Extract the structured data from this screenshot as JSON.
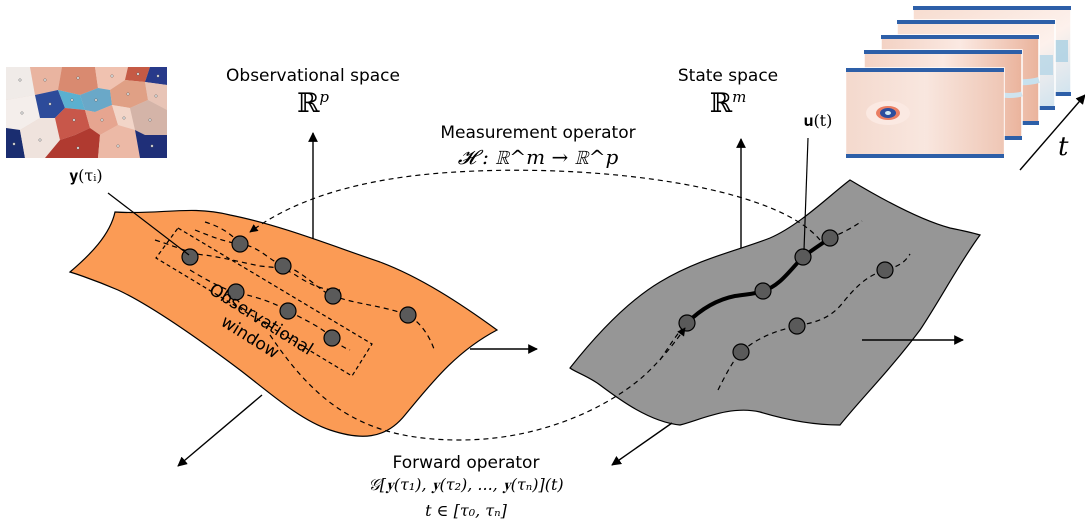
{
  "observational_space": {
    "title": "Observational space",
    "symbol": "ℝ",
    "exponent": "p"
  },
  "state_space": {
    "title": "State space",
    "symbol": "ℝ",
    "exponent": "m"
  },
  "measurement_operator": {
    "title": "Measurement operator",
    "formula": "𝓗 : ℝ^m → ℝ^p"
  },
  "forward_operator": {
    "title": "Forward operator",
    "formula": "𝒢[𝐲(τ₁), 𝐲(τ₂), ..., 𝐲(τₙ)](t)",
    "domain": "t ∈ [τ₀, τₙ]"
  },
  "labels": {
    "y_tau_i": "𝐲(τᵢ)",
    "u_t": "𝐮(t)",
    "t_axis": "t",
    "observational_window": "Observational window"
  },
  "colors": {
    "observational_surface": "#fb9b55",
    "state_surface": "#969696",
    "node_fill": "#5a5a5a"
  }
}
